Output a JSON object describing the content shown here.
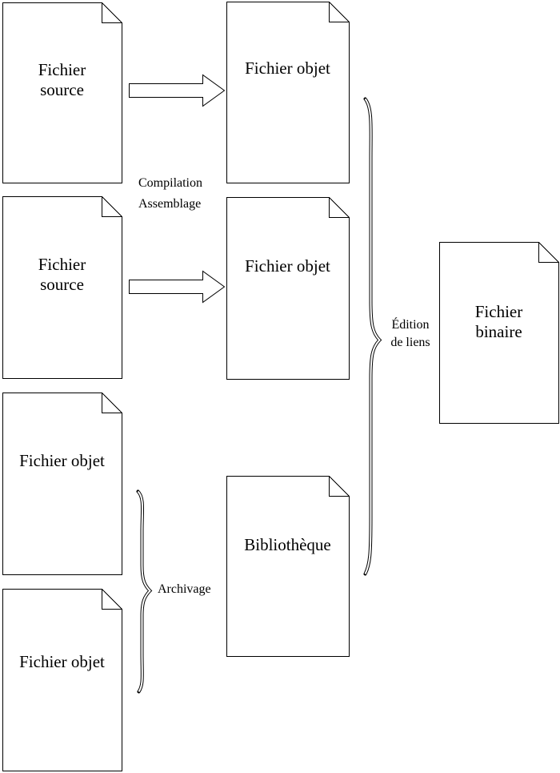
{
  "colors": {
    "line": "#000000",
    "shape_fill": "#ffffff",
    "background": "#ffffff",
    "text": "#000000"
  },
  "documents": [
    {
      "label": "Fichier\nsource"
    },
    {
      "label": "Fichier objet"
    },
    {
      "label": "Fichier\nsource"
    },
    {
      "label": "Fichier objet"
    },
    {
      "label": "Fichier objet"
    },
    {
      "label": "Fichier objet"
    },
    {
      "label": "Bibliothèque"
    },
    {
      "label": "Fichier\nbinaire"
    }
  ],
  "annotations": {
    "compilation": "Compilation",
    "assemblage": "Assemblage",
    "edition_de_liens": "Édition\nde liens",
    "archivage": "Archivage"
  }
}
